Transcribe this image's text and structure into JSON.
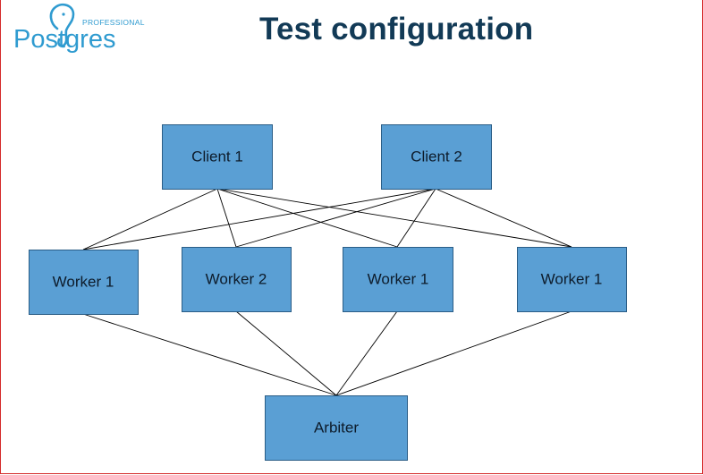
{
  "header": {
    "title": "Test configuration"
  },
  "logo": {
    "top_word": "PROFESSIONAL",
    "main_word": "Postgres",
    "color": "#2f9bd0"
  },
  "diagram": {
    "node_fill": "#5a9fd4",
    "node_stroke": "#2a5d86",
    "edge_color": "#000000",
    "nodes": {
      "client1": "Client 1",
      "client2": "Client 2",
      "worker_a": "Worker 1",
      "worker_b": "Worker 2",
      "worker_c": "Worker 1",
      "worker_d": "Worker 1",
      "arbiter": "Arbiter"
    }
  }
}
